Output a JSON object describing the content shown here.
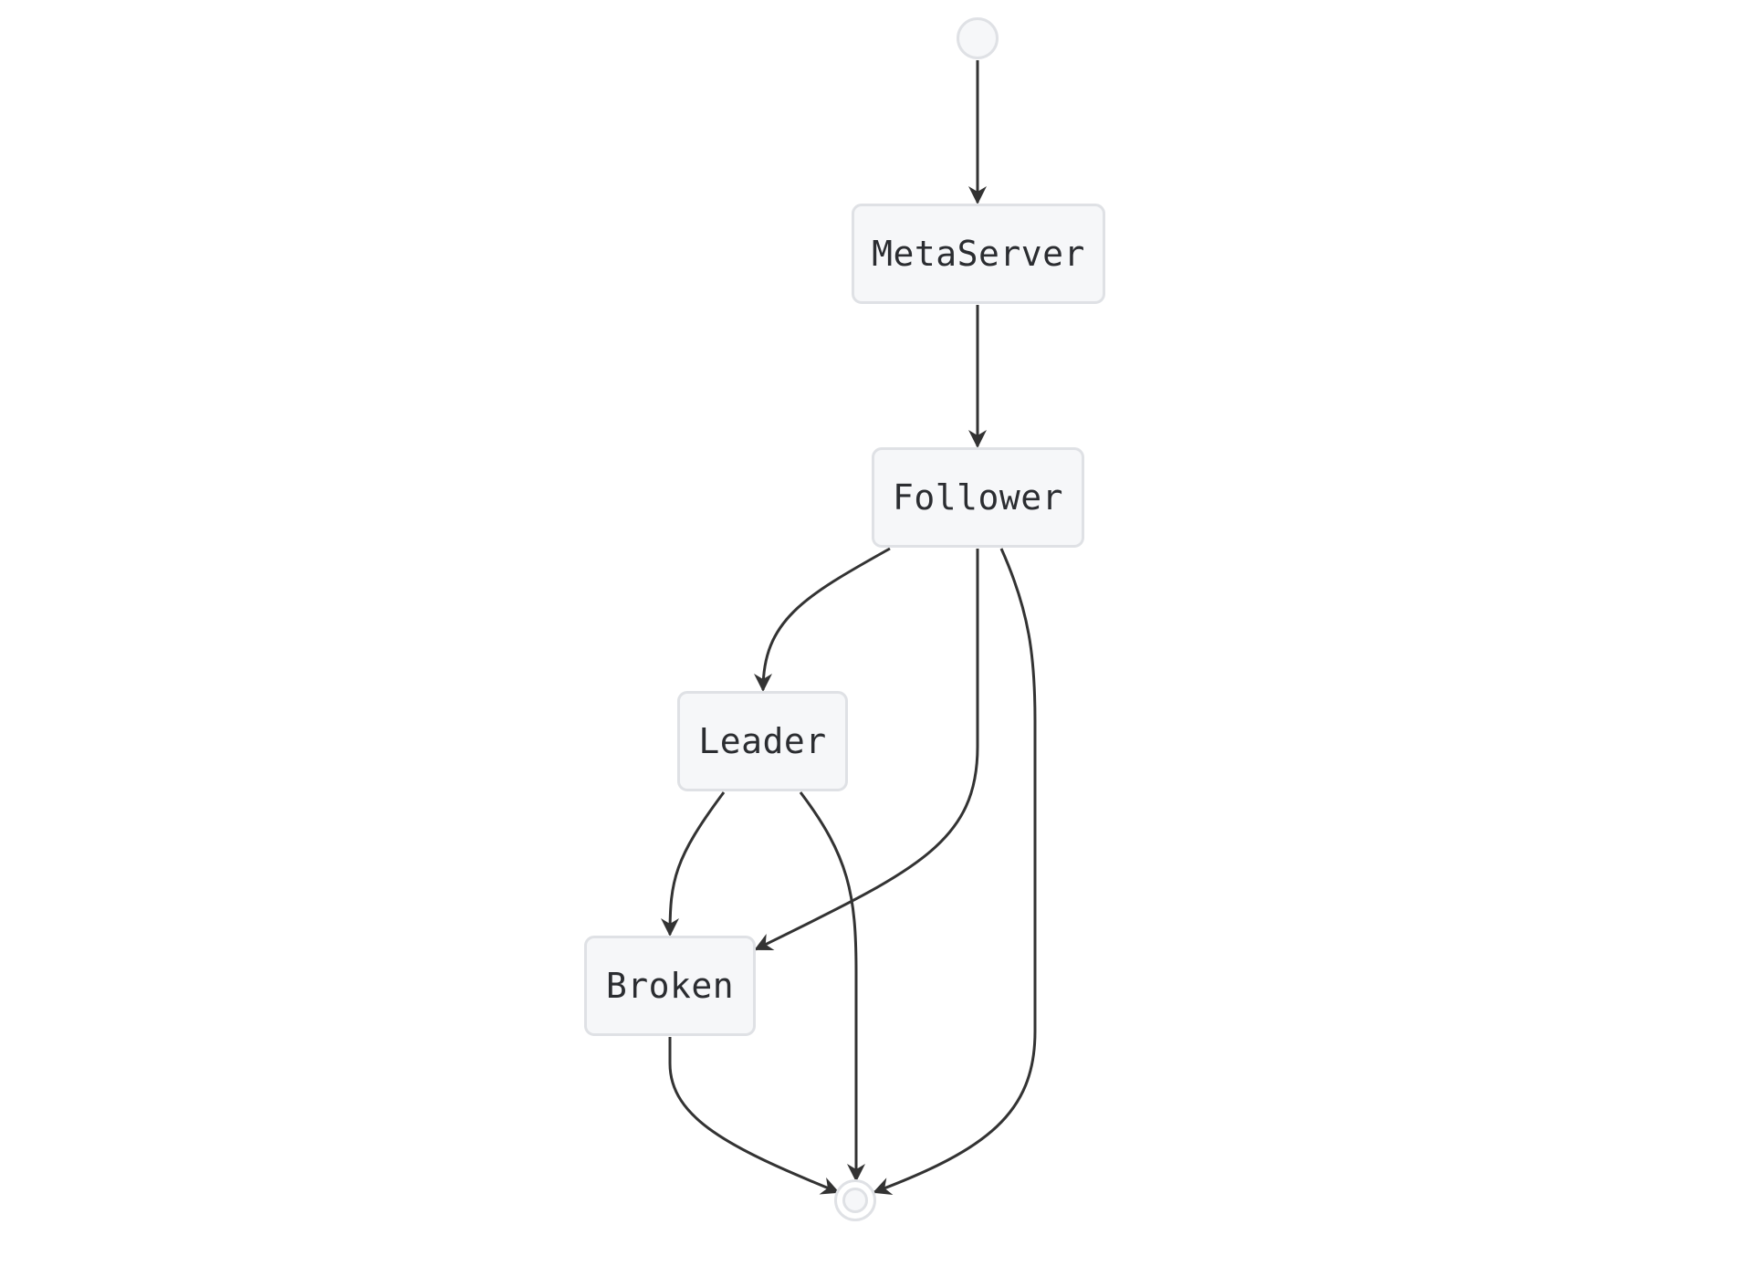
{
  "diagram": {
    "type": "state-diagram",
    "start_state": "start",
    "end_state": "end",
    "states": [
      {
        "id": "metaserver",
        "label": "MetaServer"
      },
      {
        "id": "follower",
        "label": "Follower"
      },
      {
        "id": "leader",
        "label": "Leader"
      },
      {
        "id": "broken",
        "label": "Broken"
      }
    ],
    "transitions": [
      {
        "from": "start",
        "to": "metaserver"
      },
      {
        "from": "metaserver",
        "to": "follower"
      },
      {
        "from": "follower",
        "to": "leader"
      },
      {
        "from": "follower",
        "to": "broken"
      },
      {
        "from": "follower",
        "to": "end"
      },
      {
        "from": "leader",
        "to": "broken"
      },
      {
        "from": "leader",
        "to": "end"
      },
      {
        "from": "broken",
        "to": "end"
      }
    ]
  },
  "colors": {
    "node_fill": "#f6f7f9",
    "node_border": "#dfe1e5",
    "edge": "#333333",
    "text": "#2b2d31"
  }
}
